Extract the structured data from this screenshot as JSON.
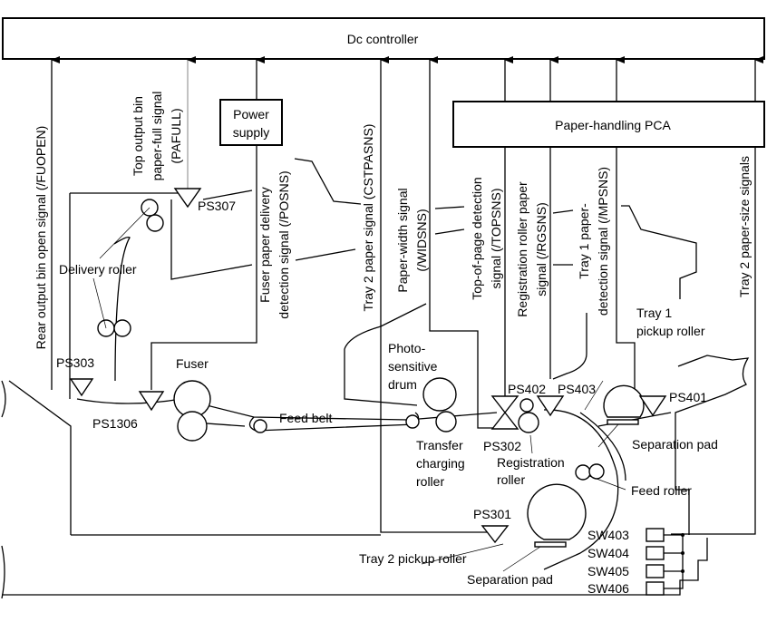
{
  "blocks": {
    "dc_controller": "Dc controller",
    "power_supply": [
      "Power",
      "supply"
    ],
    "paper_handling_pca": "Paper-handling PCA"
  },
  "signals": {
    "fuopen": "Rear output bin  open signal (/FUOPEN)",
    "pafull": [
      "Top output bin",
      "paper-full signal",
      "(PAFULL)"
    ],
    "posns": [
      "Fuser paper delivery",
      "detection signal (/POSNS)"
    ],
    "cstpasns": "Tray 2  paper signal (CSTPASNS)",
    "widsns": [
      "Paper-width signal",
      "(/WIDSNS)"
    ],
    "topsns": [
      "Top-of-page detection",
      "signal (/TOPSNS)"
    ],
    "rgsns": [
      "Registration roller paper",
      "signal (/RGSNS)"
    ],
    "mpsns": [
      "Tray 1 paper-",
      "detection signal (/MPSNS)"
    ],
    "paper_size": "Tray 2 paper-size signals"
  },
  "components": {
    "delivery_roller": "Delivery roller",
    "fuser": "Fuser",
    "feed_belt": "Feed belt",
    "drum": [
      "Photo-",
      "sensitive",
      "drum"
    ],
    "transfer_roller": [
      "Transfer",
      "charging",
      "roller"
    ],
    "registration_roller": [
      "Registration",
      "roller"
    ],
    "tray1_pickup": [
      "Tray 1",
      "pickup roller"
    ],
    "separation_pad_1": "Separation pad",
    "feed_roller": "Feed roller",
    "tray2_pickup": "Tray 2 pickup roller",
    "separation_pad_2": "Separation pad"
  },
  "sensors": {
    "ps307": "PS307",
    "ps303": "PS303",
    "ps1306": "PS1306",
    "ps302": "PS302",
    "ps402": "PS402",
    "ps403": "PS403",
    "ps401": "PS401",
    "ps301": "PS301"
  },
  "switches": [
    "SW403",
    "SW404",
    "SW405",
    "SW406"
  ]
}
